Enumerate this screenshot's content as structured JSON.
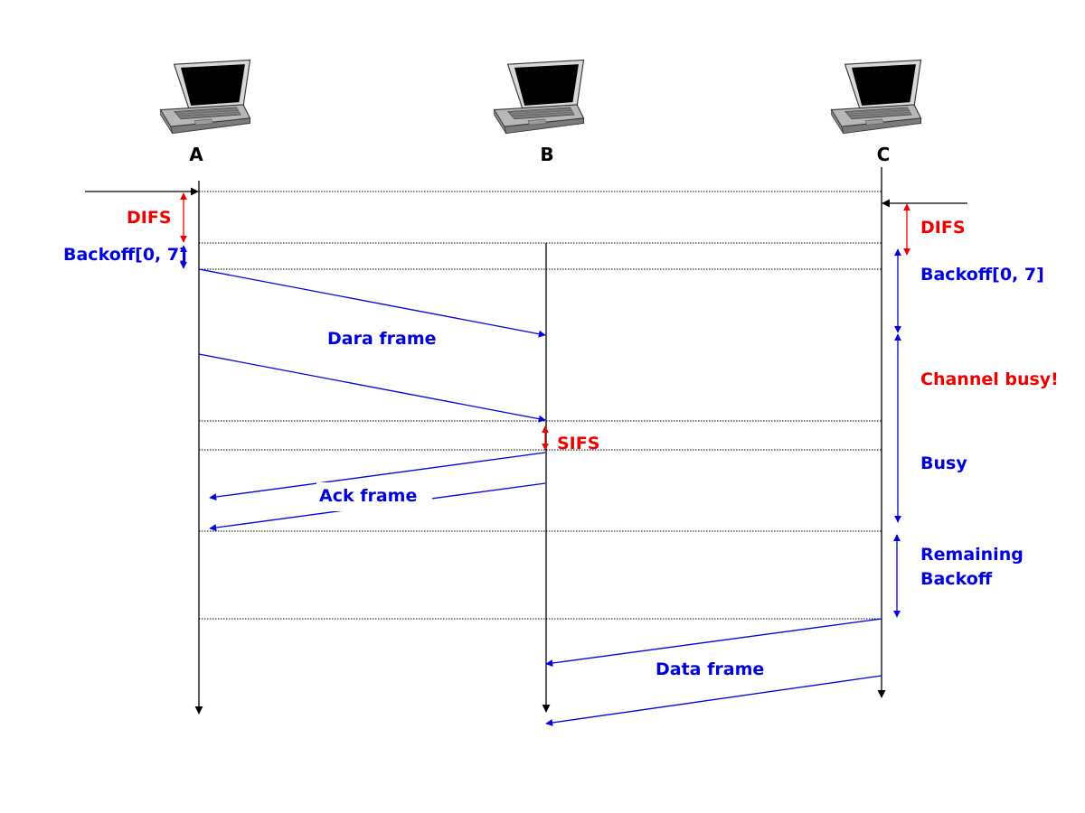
{
  "nodes": {
    "a": {
      "label": "A"
    },
    "b": {
      "label": "B"
    },
    "c": {
      "label": "C"
    }
  },
  "labels": {
    "difs_a": "DIFS",
    "backoff_a": "Backoff[0, 7]",
    "data_frame_ab": "Dara frame",
    "sifs": "SIFS",
    "ack_frame": "Ack frame",
    "difs_c": "DIFS",
    "backoff_c": "Backoff[0, 7]",
    "channel_busy": "Channel busy!",
    "busy": "Busy",
    "remaining_backoff_line1": "Remaining",
    "remaining_backoff_line2": "Backoff",
    "data_frame_cb": "Data frame"
  },
  "colors": {
    "blue": "#0000dd",
    "red": "#ee0000",
    "black": "#000000"
  },
  "icons": {
    "node_icon": "laptop-icon"
  }
}
